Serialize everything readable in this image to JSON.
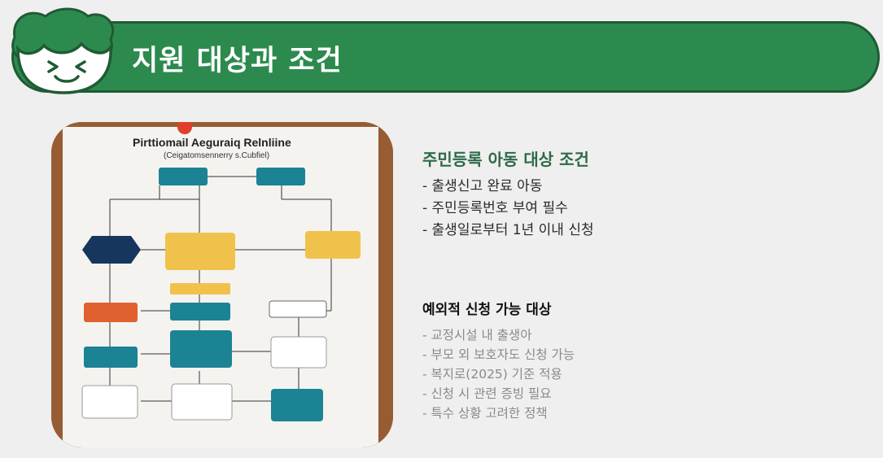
{
  "header": {
    "title": "지원 대상과 조건"
  },
  "image": {
    "photo_title": "Pirttiomail Aeguraiq Relnliine",
    "photo_subtitle": "(Ceigatomsennerry s.Cubfiel)"
  },
  "section1": {
    "title": "주민등록 아동 대상 조건",
    "items": [
      "- 출생신고 완료 아동",
      "- 주민등록번호 부여 필수",
      "- 출생일로부터 1년 이내 신청"
    ]
  },
  "section2": {
    "title": "예외적 신청 가능 대상",
    "items": [
      "- 교정시설 내 출생아",
      "- 부모 외 보호자도 신청 가능",
      "- 복지로(2025) 기준 적용",
      "- 신청 시 관련 증빙 필요",
      "- 특수 상황 고려한 정책"
    ]
  },
  "colors": {
    "banner": "#2d8a4e",
    "banner_border": "#1f5b34",
    "section_title": "#2d6a47"
  }
}
